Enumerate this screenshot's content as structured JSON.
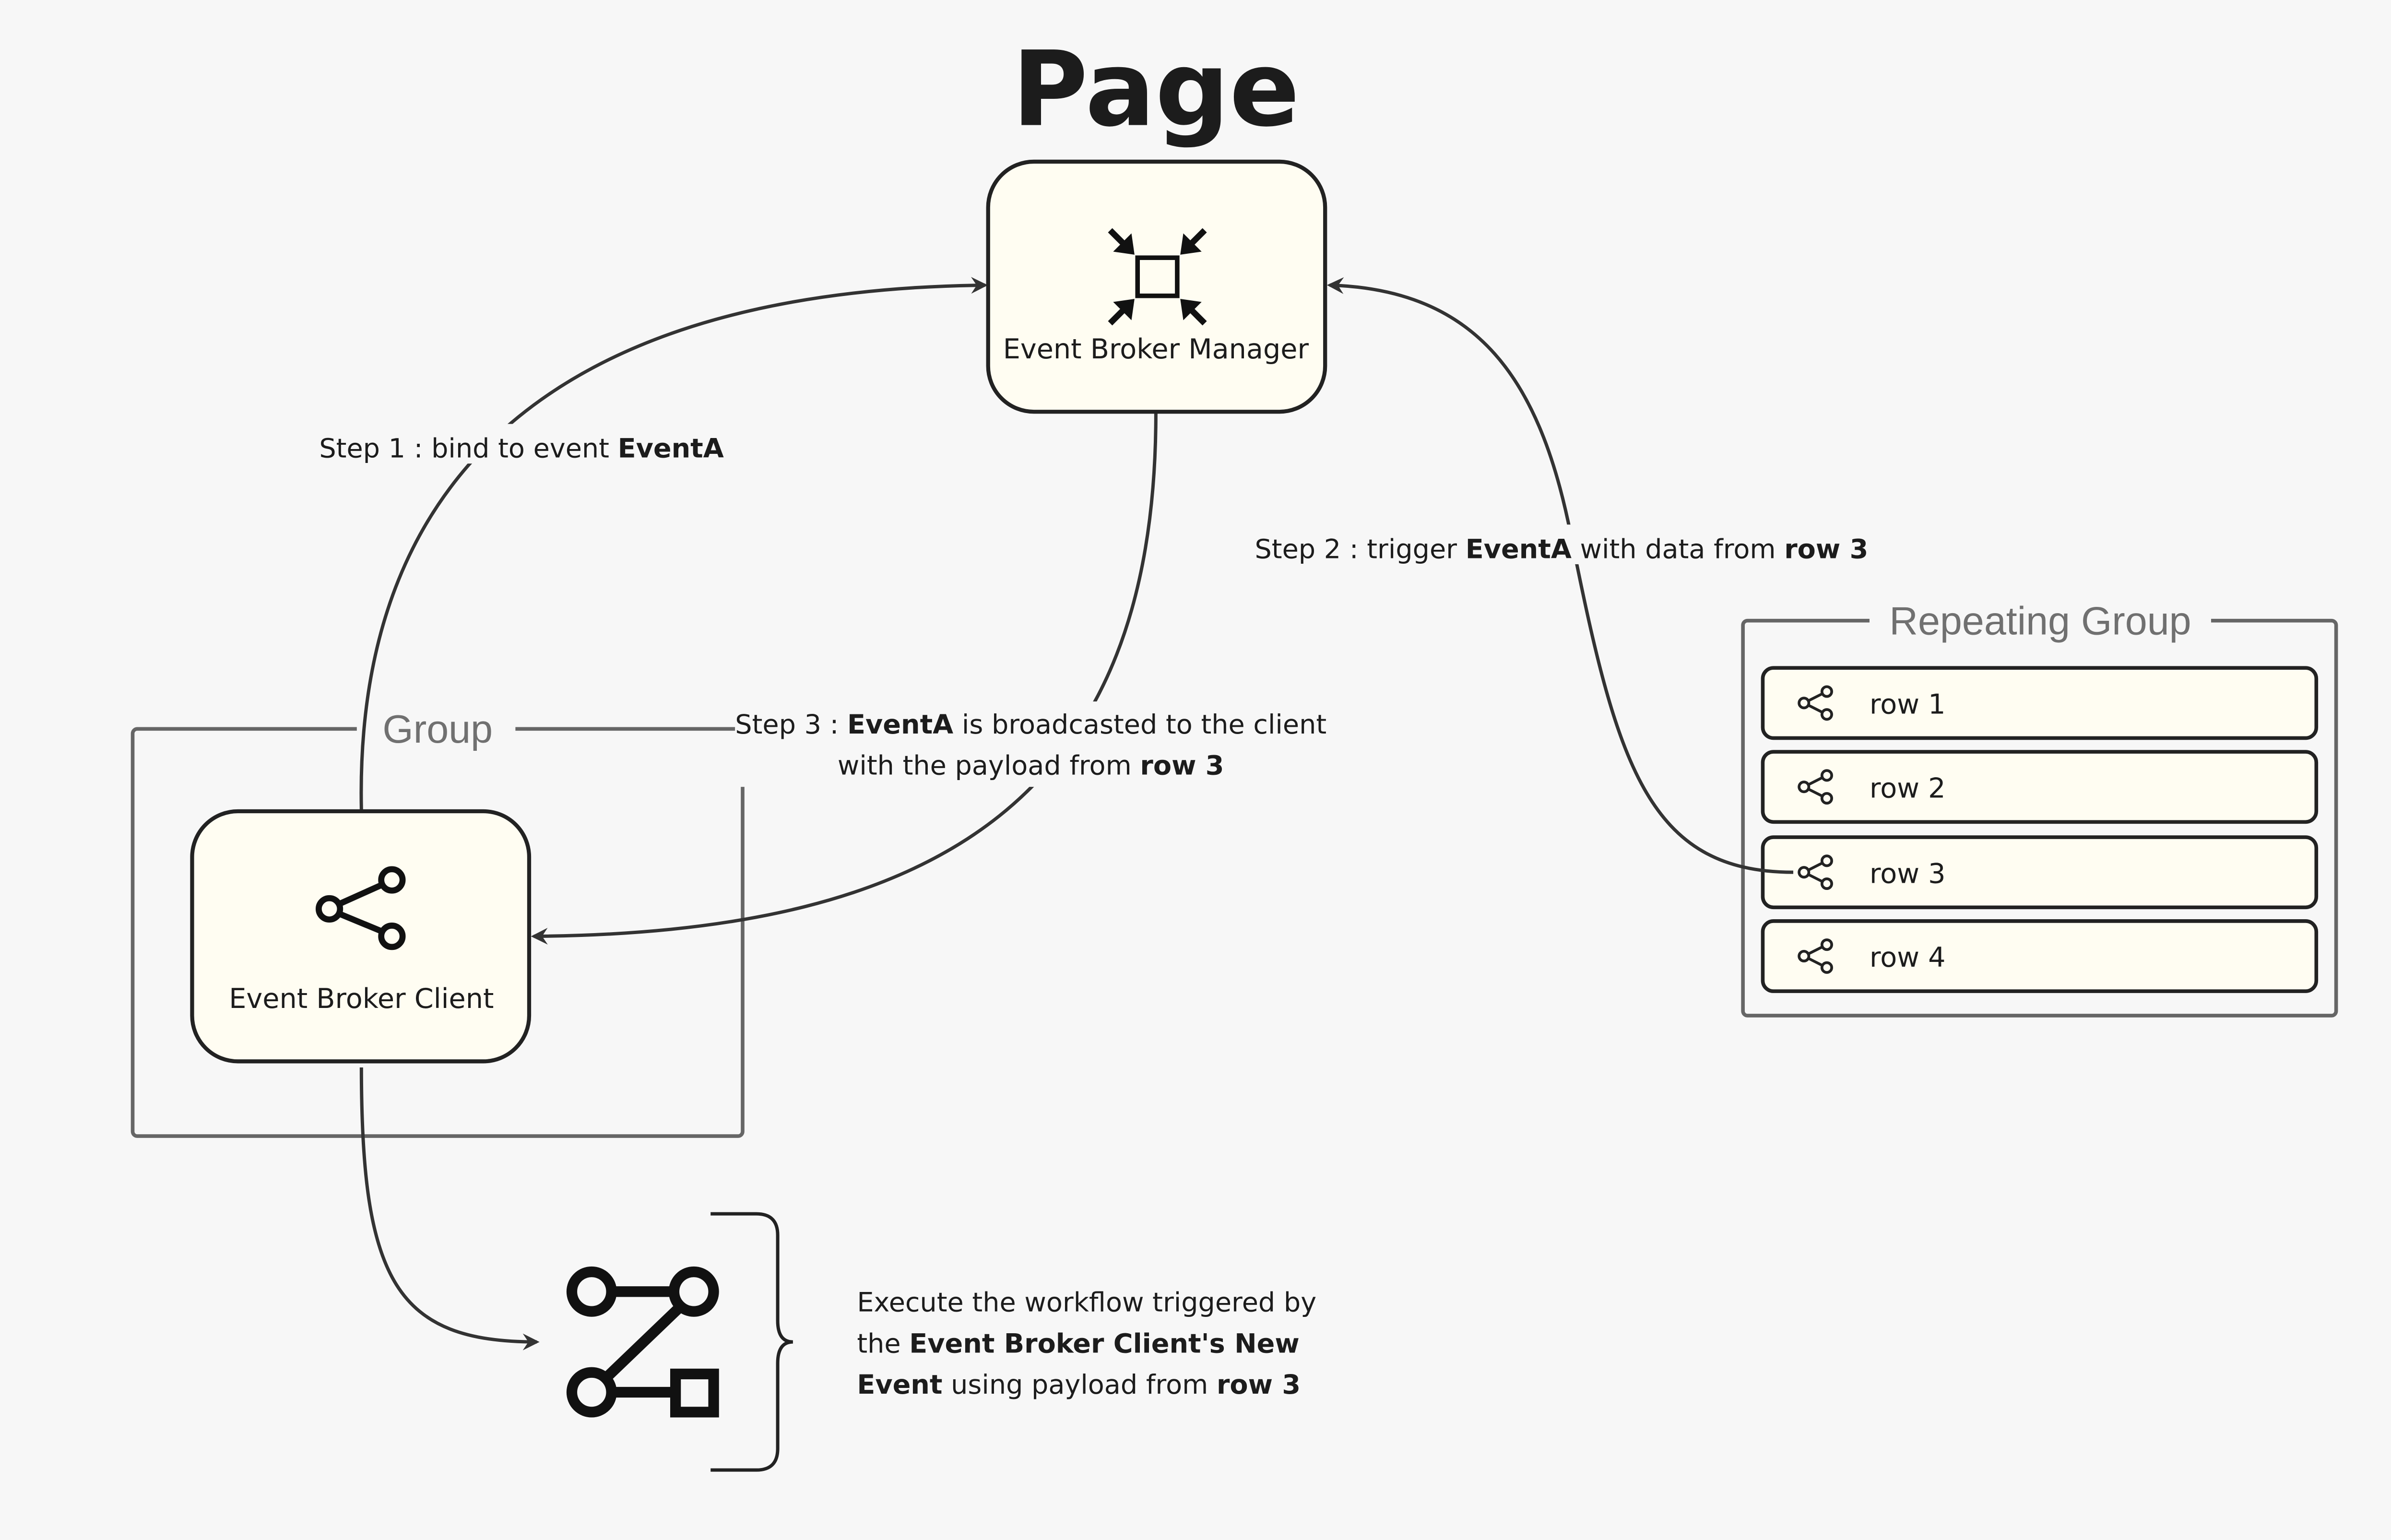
{
  "title": "Page",
  "nodes": {
    "manager": {
      "label": "Event Broker Manager",
      "icon": "collapse-arrows-icon"
    },
    "client": {
      "label": "Event Broker Client",
      "icon": "share-icon"
    },
    "workflow": {
      "icon": "workflow-icon"
    }
  },
  "containers": {
    "group": {
      "label": "Group"
    },
    "repeating_group": {
      "label": "Repeating Group",
      "rows": [
        {
          "label": "row 1",
          "icon": "share-icon"
        },
        {
          "label": "row 2",
          "icon": "share-icon"
        },
        {
          "label": "row 3",
          "icon": "share-icon"
        },
        {
          "label": "row 4",
          "icon": "share-icon"
        }
      ]
    }
  },
  "steps": {
    "step1": {
      "prefix": "Step 1 : bind to event ",
      "event": "EventA"
    },
    "step2": {
      "prefix": "Step 2 : trigger ",
      "event": "EventA",
      "middle": " with data from ",
      "row": "row 3"
    },
    "step3": {
      "line1_prefix": "Step 3 : ",
      "line1_event": "EventA",
      "line1_suffix": " is broadcasted to the client",
      "line2_prefix": "with the payload from ",
      "line2_row": "row 3"
    }
  },
  "workflow_note": {
    "line1": "Execute the workflow triggered by",
    "line2_prefix": "the ",
    "line2_bold": "Event Broker Client's New",
    "line3_bold": "Event",
    "line3_middle": " using payload from ",
    "line3_row": "row 3"
  },
  "colors": {
    "background": "#f7f7f7",
    "node_fill": "#fffdf2",
    "stroke": "#222222",
    "frame": "#666666"
  }
}
